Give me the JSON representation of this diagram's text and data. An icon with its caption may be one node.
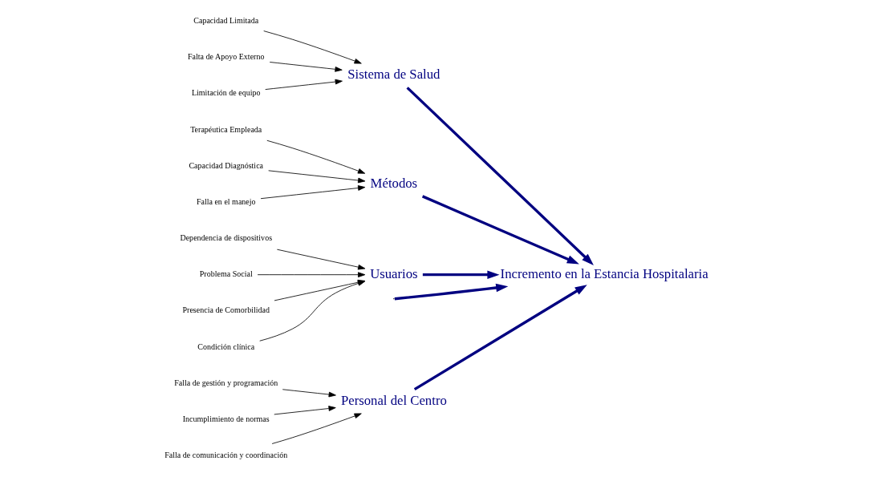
{
  "diagram": {
    "nodes": [
      {
        "text": [
          "Personal del Centro"
        ]
      },
      {
        "text": [
          "Sistema de Salud"
        ]
      },
      {
        "text": [
          "Incremento en la Estancia Hospitalaria"
        ]
      },
      {
        "text": [
          "Métodos"
        ]
      },
      {
        "text": [
          "Usuarios"
        ]
      },
      {
        "text": [
          "Falla de gestión y programación"
        ]
      },
      {
        "text": [
          "Incumplimiento de normas"
        ]
      },
      {
        "text": [
          "Falla de comunicación y coordinación"
        ]
      },
      {
        "text": [
          "Capacidad Limitada"
        ]
      },
      {
        "text": [
          "Falta de Apoyo Externo"
        ]
      },
      {
        "text": [
          "Limitación de equipo"
        ]
      },
      {
        "text": [
          "Terapéutica Empleada"
        ]
      },
      {
        "text": [
          "Capacidad Diagnóstica"
        ]
      },
      {
        "text": [
          "Falla en el manejo"
        ]
      },
      {
        "text": [
          "Dependencia de dispositivos"
        ]
      },
      {
        "text": [
          "Problema Social"
        ]
      },
      {
        "text": [
          "Presencia de Comorbilidad"
        ]
      },
      {
        "text": [
          "Condición clínica"
        ]
      }
    ],
    "edges": [
      {
        "from": null,
        "to": 2,
        "arrow": "to",
        "style": "thick",
        "color": "#000080"
      },
      {
        "from": 0,
        "to": 2,
        "arrow": "to",
        "style": "thick",
        "color": "#000080"
      },
      {
        "from": 1,
        "to": 2,
        "arrow": "to",
        "style": "thick",
        "color": "#000080"
      },
      {
        "from": 3,
        "to": 2,
        "arrow": "to",
        "style": "thick",
        "color": "#000080"
      },
      {
        "from": 4,
        "to": 2,
        "arrow": "to",
        "style": "thick",
        "color": "#000080"
      },
      {
        "from": 5,
        "to": 0,
        "arrow": "to"
      },
      {
        "from": 6,
        "to": 0,
        "arrow": "to"
      },
      {
        "from": 7,
        "to": 0,
        "arrow": "to"
      },
      {
        "from": 8,
        "to": 1,
        "arrow": "to"
      },
      {
        "from": 9,
        "to": 1,
        "arrow": "to"
      },
      {
        "from": 10,
        "to": 1,
        "arrow": "to"
      },
      {
        "from": 11,
        "to": 3,
        "arrow": "to"
      },
      {
        "from": 12,
        "to": 3,
        "arrow": "to"
      },
      {
        "from": 13,
        "to": 3,
        "arrow": "to"
      },
      {
        "from": 14,
        "to": 4,
        "arrow": "to"
      },
      {
        "from": 15,
        "to": 4,
        "arrow": "to"
      },
      {
        "from": 16,
        "to": 4,
        "arrow": "to"
      },
      {
        "from": 17,
        "to": 4,
        "arrow": "to"
      }
    ]
  }
}
